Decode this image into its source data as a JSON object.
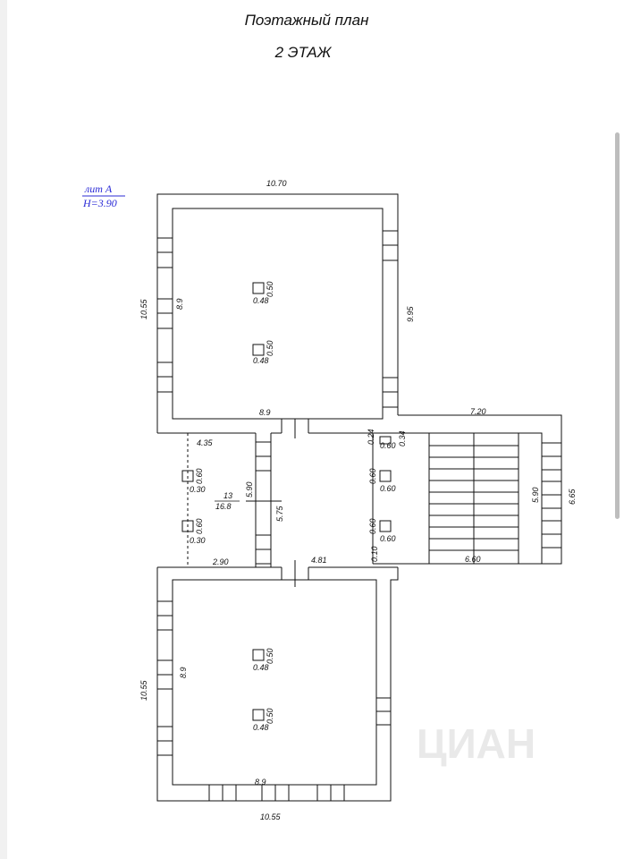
{
  "header": {
    "title": "Поэтажный план",
    "floor": "2 ЭТАЖ"
  },
  "litera": {
    "name": "лит А",
    "height": "Н=3.90"
  },
  "dims": {
    "top_outer": "10.70",
    "left_outer_top": "10.55",
    "inner_left_top": "8.9",
    "inner_right_top": "9.95",
    "inner_bottom_top": "8.9",
    "wing_top": "7.20",
    "left_small": "4.35",
    "room_number": "13",
    "room_area": "16.8",
    "mid_vert_590": "5.90",
    "mid_vert_575": "5.75",
    "left_small_bottom": "2.90",
    "corridor_bottom": "4.81",
    "wing_right": "6.65",
    "stair_right": "5.90",
    "stair_bottom": "6.60",
    "left_outer_bottom": "10.55",
    "inner_left_bottom": "8.9",
    "inner_bottom_bottom": "8.9",
    "bottom_outer": "10.55",
    "wall_024": "0.24",
    "wall_034": "0.34",
    "wall_010": "0.10"
  },
  "columns": {
    "w048": "0.48",
    "h050": "0.50",
    "w060": "0.60",
    "w030": "0.30"
  },
  "watermark": "ЦИАН",
  "colors": {
    "line": "#111111",
    "litera": "#2b2bd6",
    "watermark": "#e9e9e9"
  }
}
